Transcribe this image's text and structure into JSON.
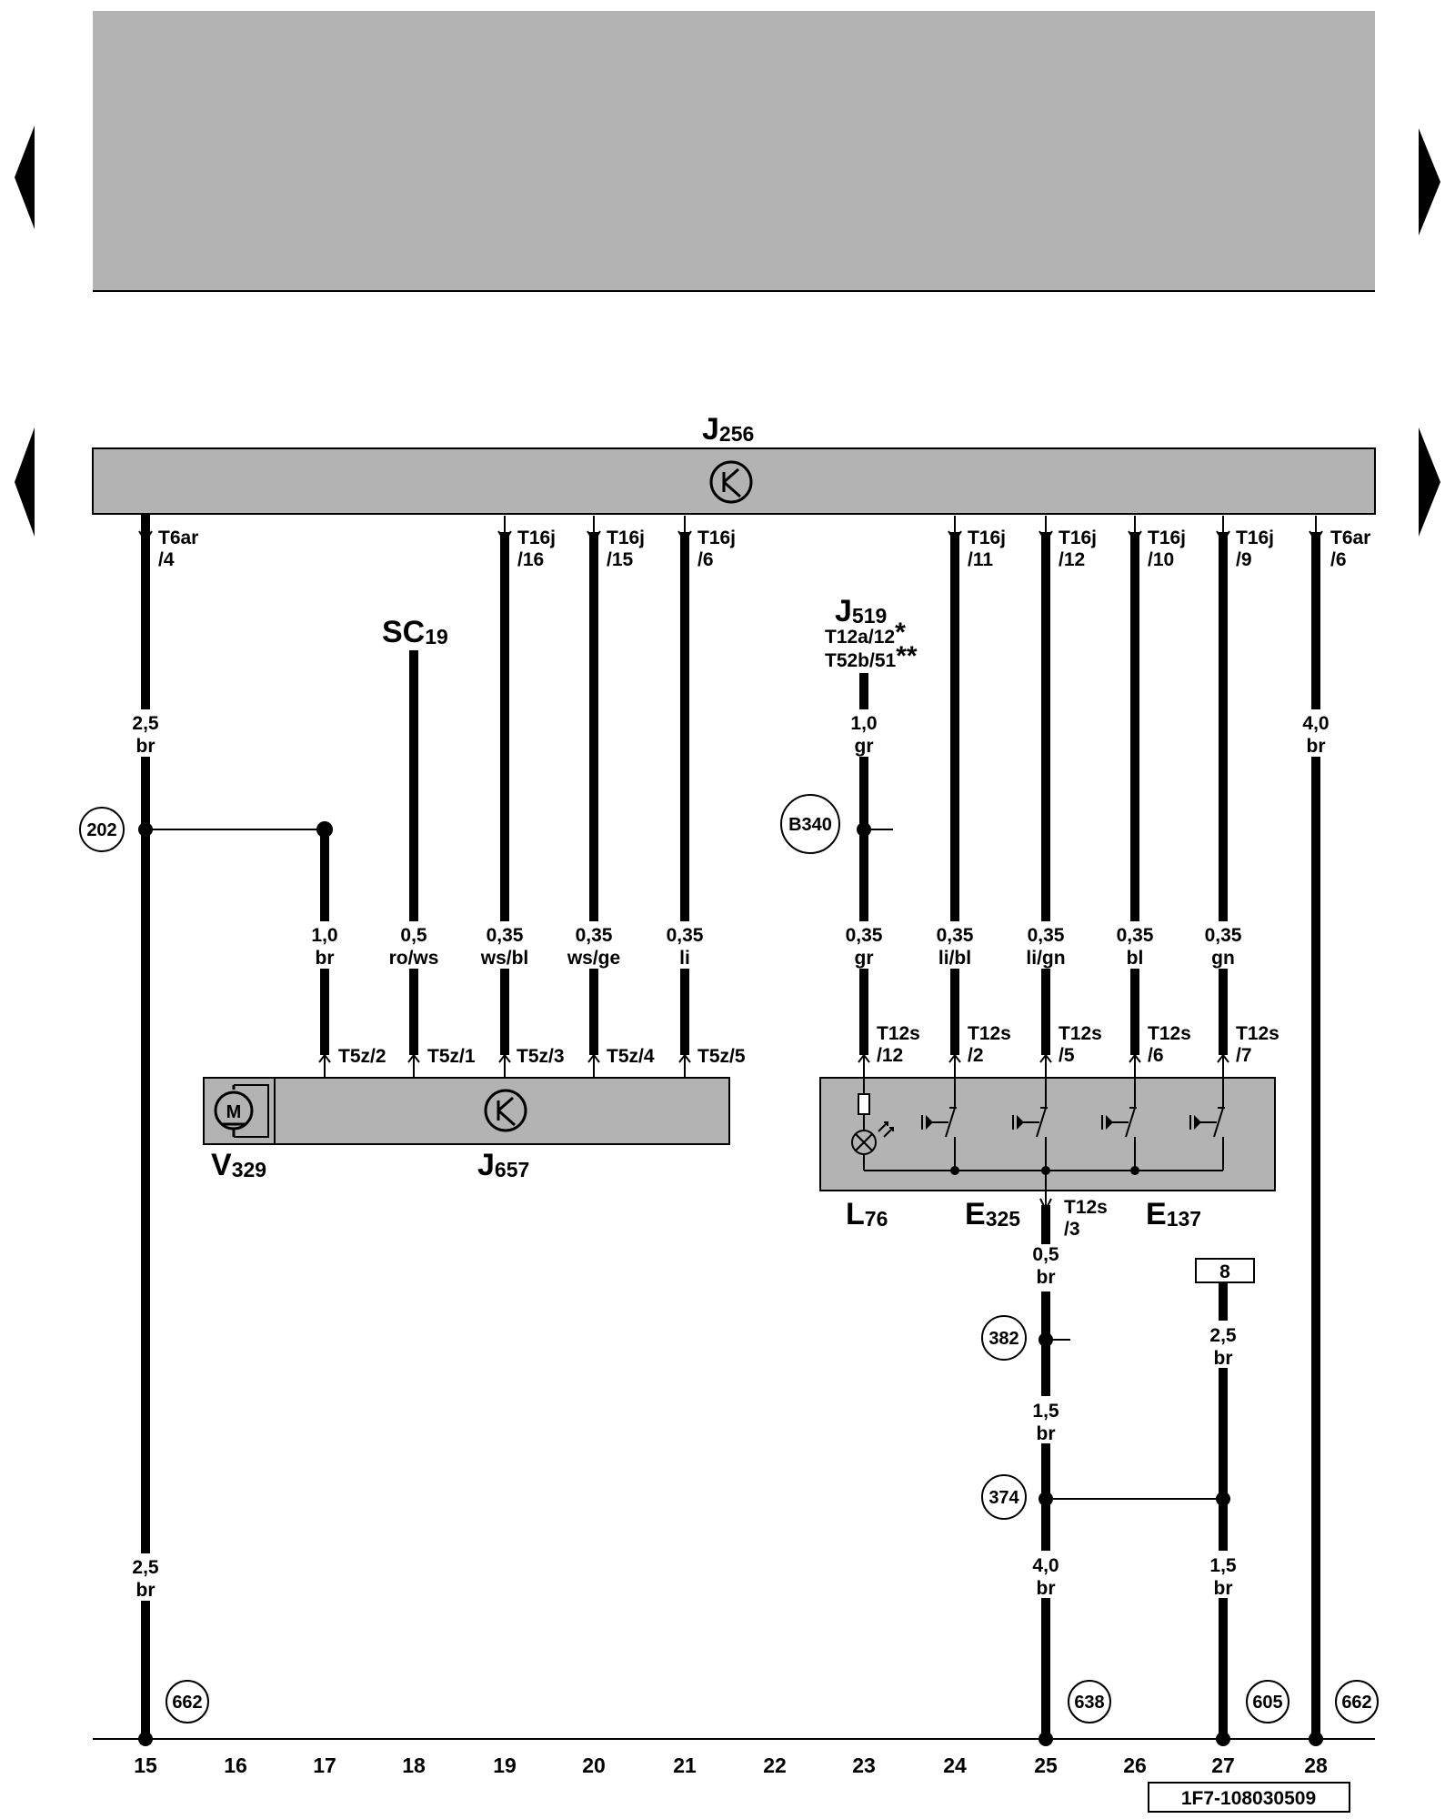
{
  "diagram": {
    "components": {
      "J256": {
        "name": "J",
        "sub": "256"
      },
      "SC19": {
        "name": "SC",
        "sub": "19"
      },
      "J519": {
        "name": "J",
        "sub": "519",
        "pin1": "T12a/12",
        "pin1_mark": "*",
        "pin2": "T52b/51",
        "pin2_mark": "**"
      },
      "V329": {
        "name": "V",
        "sub": "329"
      },
      "J657": {
        "name": "J",
        "sub": "657"
      },
      "L76": {
        "name": "L",
        "sub": "76"
      },
      "E325": {
        "name": "E",
        "sub": "325"
      },
      "E137": {
        "name": "E",
        "sub": "137"
      },
      "motor": "M"
    },
    "top_pins": [
      {
        "a": "T6ar",
        "b": "/4"
      },
      {
        "a": "T16j",
        "b": "/16"
      },
      {
        "a": "T16j",
        "b": "/15"
      },
      {
        "a": "T16j",
        "b": "/6"
      },
      {
        "a": "T16j",
        "b": "/11"
      },
      {
        "a": "T16j",
        "b": "/12"
      },
      {
        "a": "T16j",
        "b": "/10"
      },
      {
        "a": "T16j",
        "b": "/9"
      },
      {
        "a": "T6ar",
        "b": "/6"
      }
    ],
    "j657_pins": [
      "T5z/2",
      "T5z/1",
      "T5z/3",
      "T5z/4",
      "T5z/5"
    ],
    "t12s_pins": [
      {
        "a": "T12s",
        "b": "/12"
      },
      {
        "a": "T12s",
        "b": "/2"
      },
      {
        "a": "T12s",
        "b": "/5"
      },
      {
        "a": "T12s",
        "b": "/6"
      },
      {
        "a": "T12s",
        "b": "/7"
      },
      {
        "a": "T12s",
        "b": "/3"
      }
    ],
    "wire_labels": [
      {
        "size": "2,5",
        "color": "br"
      },
      {
        "size": "1,0",
        "color": "br"
      },
      {
        "size": "0,5",
        "color": "ro/ws"
      },
      {
        "size": "0,35",
        "color": "ws/bl"
      },
      {
        "size": "0,35",
        "color": "ws/ge"
      },
      {
        "size": "0,35",
        "color": "li"
      },
      {
        "size": "1,0",
        "color": "gr"
      },
      {
        "size": "0,35",
        "color": "gr"
      },
      {
        "size": "0,35",
        "color": "li/bl"
      },
      {
        "size": "0,35",
        "color": "li/gn"
      },
      {
        "size": "0,35",
        "color": "bl"
      },
      {
        "size": "0,35",
        "color": "gn"
      },
      {
        "size": "4,0",
        "color": "br"
      },
      {
        "size": "0,5",
        "color": "br"
      },
      {
        "size": "2,5",
        "color": "br"
      },
      {
        "size": "1,5",
        "color": "br"
      },
      {
        "size": "4,0",
        "color": "br"
      },
      {
        "size": "1,5",
        "color": "br"
      },
      {
        "size": "2,5",
        "color": "br"
      }
    ],
    "circles": [
      "202",
      "B340",
      "382",
      "374",
      "662",
      "638",
      "605",
      "662"
    ],
    "ref_box": "8",
    "column_numbers": [
      "15",
      "16",
      "17",
      "18",
      "19",
      "20",
      "21",
      "22",
      "23",
      "24",
      "25",
      "26",
      "27",
      "28"
    ],
    "doc_id": "1F7-108030509",
    "colors": {
      "component_fill": "#b3b3b3",
      "header_fill": "#b3b3b3",
      "wire": "#000000"
    }
  }
}
